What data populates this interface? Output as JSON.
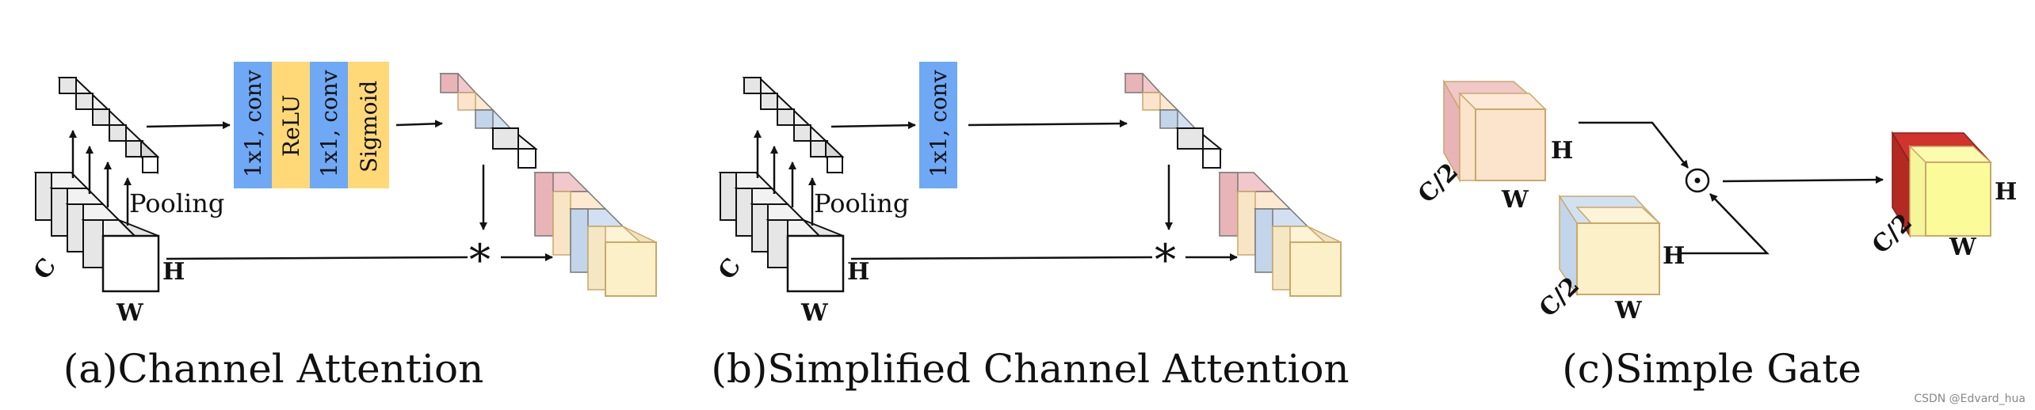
{
  "panel_a": {
    "caption": "(a)Channel Attention",
    "pooling": "Pooling",
    "block_labels": [
      "1x1, conv",
      "ReLU",
      "1x1, conv",
      "Sigmoid"
    ],
    "dims": {
      "c": "C",
      "h": "H",
      "w": "W"
    },
    "multiply": "*"
  },
  "panel_b": {
    "caption": "(b)Simplified Channel Attention",
    "pooling": "Pooling",
    "block_labels": [
      "1x1, conv"
    ],
    "dims": {
      "c": "C",
      "h": "H",
      "w": "W"
    },
    "multiply": "*"
  },
  "panel_c": {
    "caption": "(c)Simple Gate",
    "top_dims": {
      "c": "C/2",
      "h": "H",
      "w": "W"
    },
    "bottom_dims": {
      "c": "C/2",
      "h": "H",
      "w": "W"
    },
    "output_dims": {
      "c": "C/2",
      "h": "H",
      "w": "W"
    },
    "gate_symbol": "⊙"
  },
  "watermark": "CSDN @Edvard_hua",
  "colors": {
    "conv_blue": "#6fa8f5",
    "relu_yellow": "#ffd878",
    "pink": "#e8b4b8",
    "peach": "#fbe3cc",
    "light_yellow": "#fbf0c8",
    "blue_face": "#c3d5ea",
    "red": "#c0392b",
    "bright_yellow": "#fbfb9a",
    "gray": "#e6e6e6"
  }
}
